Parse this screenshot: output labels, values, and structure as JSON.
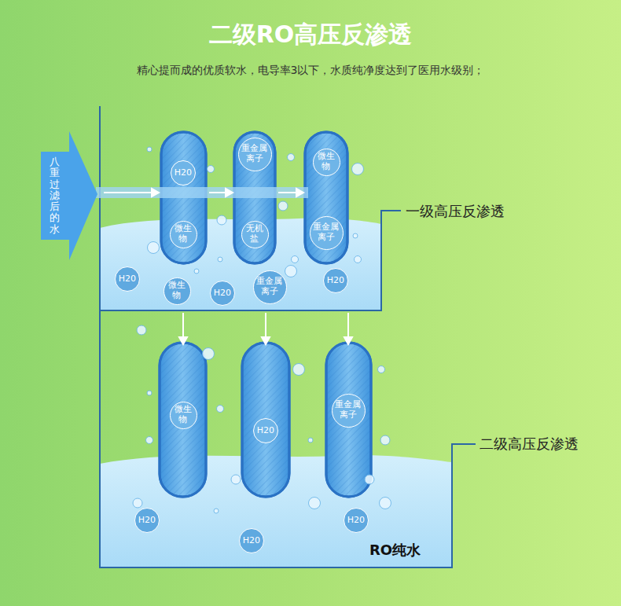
{
  "diagram": {
    "title": "二级RO高压反渗透",
    "nodes": [
      {
        "text": [
          "八重过滤后的水"
        ]
      },
      {
        "text": [
          "H20"
        ]
      },
      {
        "text": [
          "微生物"
        ]
      },
      {
        "text": [
          "重金属离子"
        ]
      },
      {
        "text": [
          "无机盐"
        ]
      },
      {
        "text": [
          "微生物"
        ]
      },
      {
        "text": [
          "重金属离子"
        ]
      },
      {
        "text": [
          "H20"
        ]
      },
      {
        "text": [
          "微生物"
        ]
      },
      {
        "text": [
          "H20"
        ]
      },
      {
        "text": [
          "重金属离子"
        ]
      },
      {
        "text": [
          "H20"
        ]
      },
      {
        "text": [
          "微生物"
        ]
      },
      {
        "text": [
          "H20"
        ]
      },
      {
        "text": [
          "重金属离子"
        ]
      },
      {
        "text": [
          "H20"
        ]
      },
      {
        "text": [
          "H20"
        ]
      },
      {
        "text": [
          "H20"
        ]
      }
    ],
    "labels": [
      "精心提而成的优质软水，电导率3以下，水质纯净度达到了医用水级别；",
      "一级高压反渗透",
      "二级高压反渗透",
      "RO纯水"
    ]
  }
}
